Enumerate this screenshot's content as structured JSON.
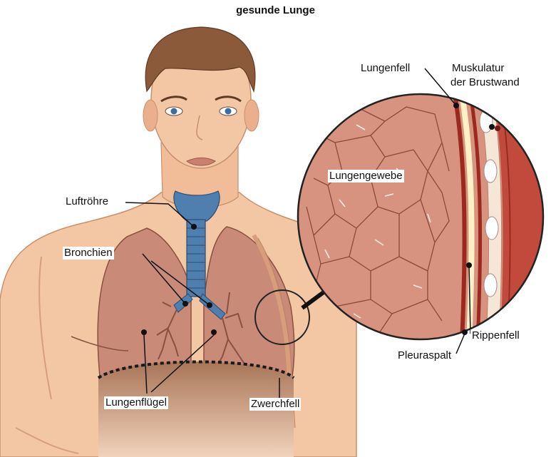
{
  "title": "gesunde Lunge",
  "labels": {
    "luftroehre": "Luftröhre",
    "bronchien": "Bronchien",
    "lungenfluegel": "Lungenflügel",
    "zwerchfell": "Zwerchfell",
    "lungenfell": "Lungenfell",
    "muskulatur_line1": "Muskulatur",
    "muskulatur_line2": "der Brustwand",
    "lungengewebe": "Lungengewebe",
    "rippenfell": "Rippenfell",
    "pleuraspalt": "Pleuraspalt"
  },
  "colors": {
    "skin": "#f3c7a4",
    "skin_shadow": "#e4a986",
    "hair": "#8a5a3a",
    "lung": "#c98a78",
    "lung_tissue": "#d7937f",
    "trachea": "#4f7fae",
    "muscle": "#c24a3c",
    "diaphragm_fill": "#b58366"
  }
}
